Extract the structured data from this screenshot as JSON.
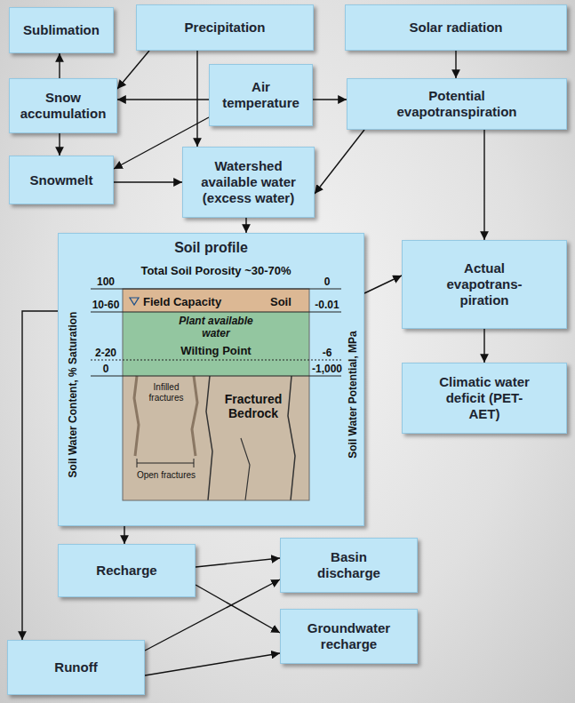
{
  "diagram": {
    "nodes": [
      {
        "text": [
          "Sublimation"
        ]
      },
      {
        "text": [
          "Precipitation"
        ]
      },
      {
        "text": [
          "Solar radiation"
        ]
      },
      {
        "text": [
          "Snow accumulation"
        ]
      },
      {
        "text": [
          "Air temperature"
        ]
      },
      {
        "text": [
          "Potential evapotranspiration"
        ]
      },
      {
        "text": [
          "Snowmelt"
        ]
      },
      {
        "text": [
          "Watershed available water (excess water)"
        ]
      },
      {
        "text": [
          "Soil profile"
        ]
      },
      {
        "text": [
          "Actual evapotrans- piration"
        ]
      },
      {
        "text": [
          "Climatic water deficit (PET-AET)"
        ]
      },
      {
        "text": [
          "Recharge"
        ]
      },
      {
        "text": [
          "Basin discharge"
        ]
      },
      {
        "text": [
          "Runoff"
        ]
      },
      {
        "text": [
          "Groundwater recharge"
        ]
      }
    ],
    "edges": [
      {
        "from": 1,
        "to": 3,
        "arrow": "to"
      },
      {
        "from": 1,
        "to": 7,
        "arrow": "to"
      },
      {
        "from": 3,
        "to": 0,
        "arrow": "to"
      },
      {
        "from": 4,
        "to": 3,
        "arrow": "to"
      },
      {
        "from": 4,
        "to": 5,
        "arrow": "to"
      },
      {
        "from": 4,
        "to": 6,
        "arrow": "to"
      },
      {
        "from": 3,
        "to": 6,
        "arrow": "to"
      },
      {
        "from": 6,
        "to": 7,
        "arrow": "to"
      },
      {
        "from": 2,
        "to": 5,
        "arrow": "to"
      },
      {
        "from": 5,
        "to": 7,
        "arrow": "to"
      },
      {
        "from": 5,
        "to": 9,
        "arrow": "to"
      },
      {
        "from": 7,
        "to": 8,
        "arrow": "to"
      },
      {
        "from": 8,
        "to": 9,
        "arrow": "to"
      },
      {
        "from": 9,
        "to": 10,
        "arrow": "to"
      },
      {
        "from": 8,
        "to": 11,
        "arrow": "to"
      },
      {
        "from": 8,
        "to": 13,
        "arrow": "to"
      },
      {
        "from": 11,
        "to": 12,
        "arrow": "to"
      },
      {
        "from": 11,
        "to": 14,
        "arrow": "to"
      },
      {
        "from": 13,
        "to": 12,
        "arrow": "to"
      },
      {
        "from": 13,
        "to": 14,
        "arrow": "to"
      }
    ],
    "labels": [
      "Total Soil Porosity ~30-70%",
      "100",
      "10-60",
      "2-20",
      "0",
      "Field Capacity",
      "Soil",
      "Plant available water",
      "Wilting Point",
      "0",
      "-0.01",
      "-6",
      "-1,000",
      "Infilled fractures",
      "Open fractures",
      "Fractured Bedrock",
      "Soil Water Content, % Saturation",
      "Soil Water Potential, MPa"
    ]
  }
}
